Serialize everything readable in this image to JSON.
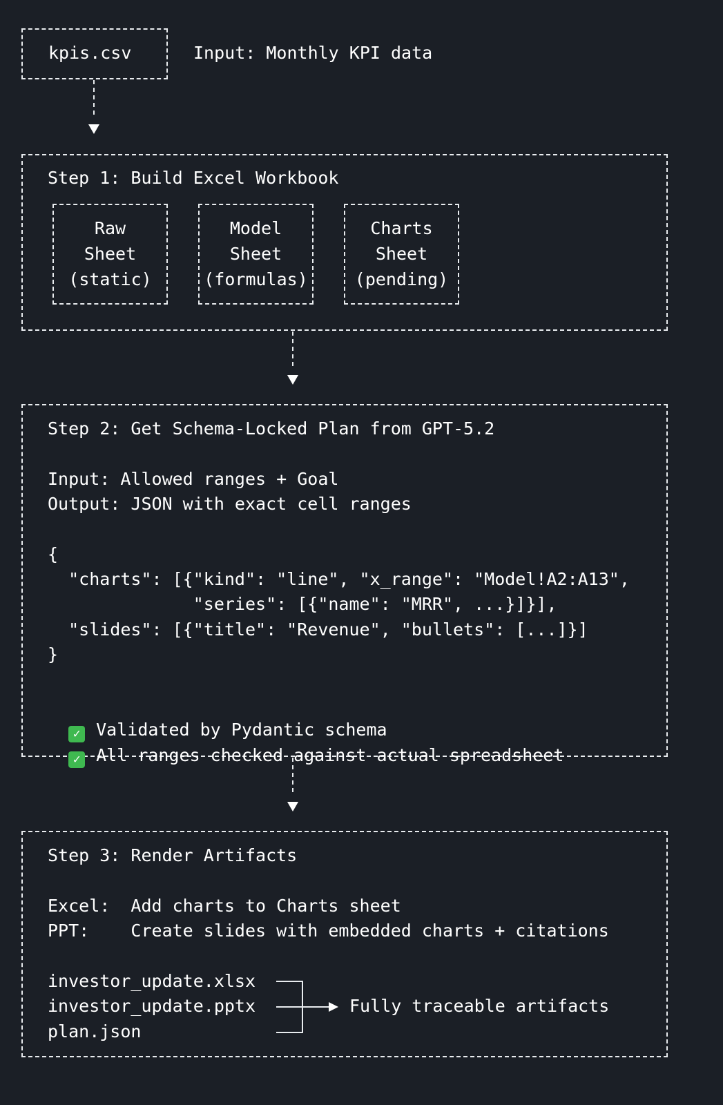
{
  "input": {
    "file": "kpis.csv",
    "description": "Input: Monthly KPI data"
  },
  "step1": {
    "title": "Step 1: Build Excel Workbook",
    "sheets": [
      {
        "lines": [
          "Raw",
          "Sheet",
          "(static)"
        ]
      },
      {
        "lines": [
          "Model",
          "Sheet",
          "(formulas)"
        ]
      },
      {
        "lines": [
          "Charts",
          "Sheet",
          "(pending)"
        ]
      }
    ]
  },
  "step2": {
    "title": "Step 2: Get Schema-Locked Plan from GPT-5.2",
    "input_line": "Input: Allowed ranges + Goal",
    "output_line": "Output: JSON with exact cell ranges",
    "json_lines": [
      "{",
      "  \"charts\": [{\"kind\": \"line\", \"x_range\": \"Model!A2:A13\",",
      "              \"series\": [{\"name\": \"MRR\", ...}]}],",
      "  \"slides\": [{\"title\": \"Revenue\", \"bullets\": [...]}]",
      "}"
    ],
    "checks": [
      "Validated by Pydantic schema",
      "All ranges checked against actual spreadsheet"
    ],
    "check_icon": "✓",
    "check_color": "#3fb950"
  },
  "step3": {
    "title": "Step 3: Render Artifacts",
    "excel_line": "Excel:  Add charts to Charts sheet",
    "ppt_line": "PPT:    Create slides with embedded charts + citations",
    "artifacts": [
      "investor_update.xlsx",
      "investor_update.pptx",
      "plan.json"
    ],
    "result": "Fully traceable artifacts"
  },
  "colors": {
    "background": "#1b1f26",
    "border": "#e9ecef",
    "text": "#ffffff",
    "check": "#3fb950"
  }
}
